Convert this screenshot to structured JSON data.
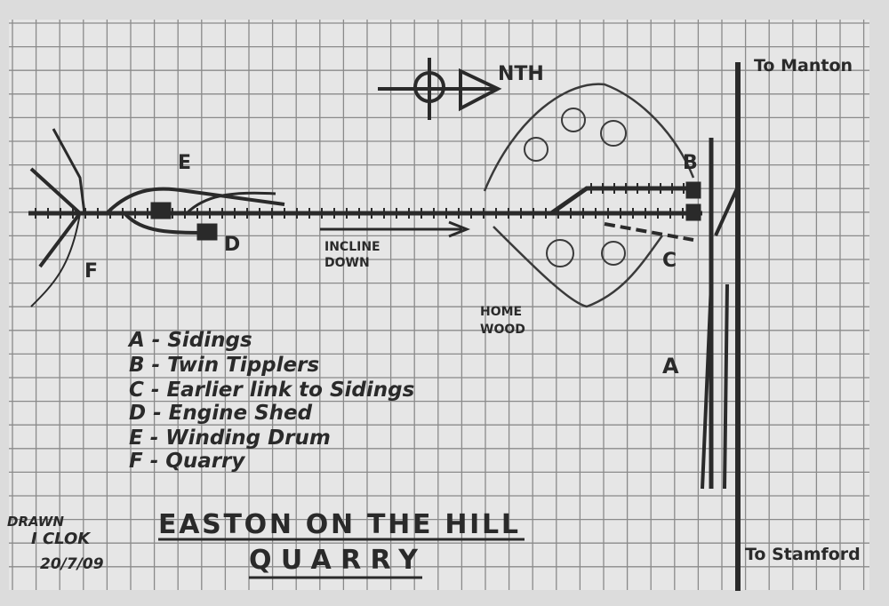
{
  "north_label": "NTH",
  "destinations": {
    "top": "To Manton",
    "bottom": "To Stamford"
  },
  "markers": {
    "A": "A",
    "B": "B",
    "C": "C",
    "D": "D",
    "E": "E",
    "F": "F"
  },
  "incline_label": [
    "INCLINE",
    "DOWN"
  ],
  "wood_label": [
    "HOME",
    "WOOD"
  ],
  "legend": [
    "A - Sidings",
    "B - Twin Tipplers",
    "C - Earlier link to Sidings",
    "D - Engine Shed",
    "E - Winding Drum",
    "F - Quarry"
  ],
  "title": [
    "EASTON ON THE HILL",
    "QUARRY"
  ],
  "signature": [
    "DRAWN",
    "I CLOK",
    "20/7/09"
  ],
  "colors": {
    "paper": "#e4e4e4",
    "grid": "#8a8a8a",
    "ink": "#2a2a2a"
  }
}
